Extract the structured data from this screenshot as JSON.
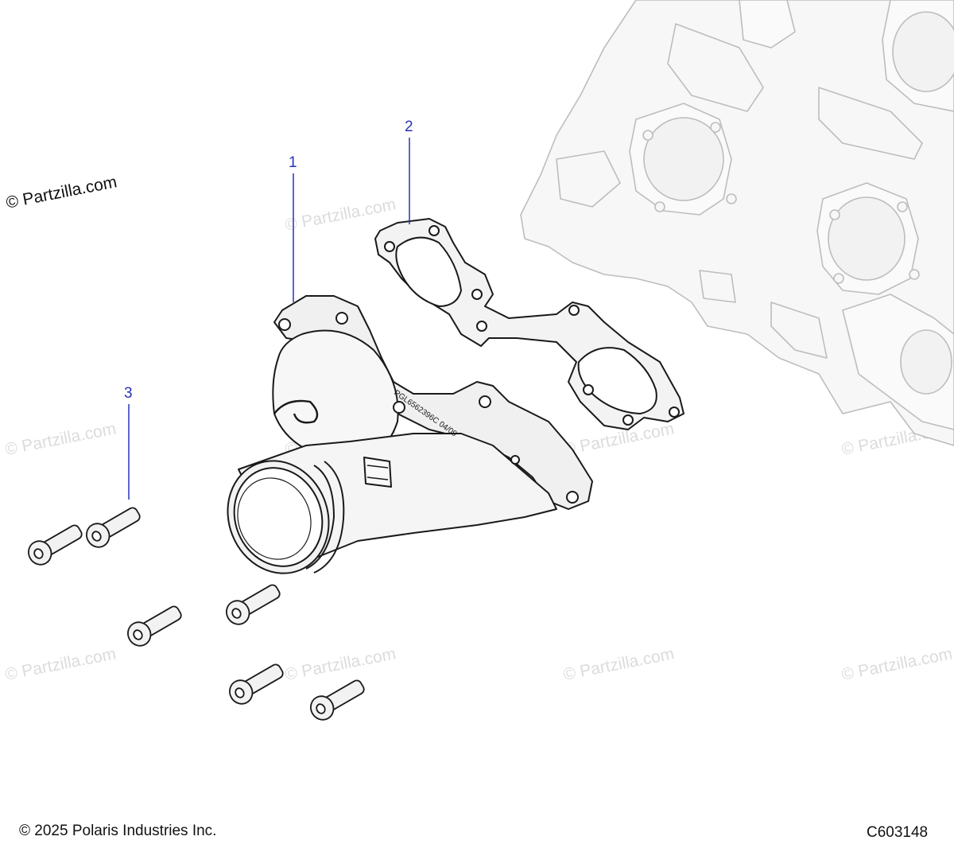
{
  "watermark_corner": "© Partzilla.com",
  "watermark_faint": "© Partzilla.com",
  "footer": {
    "copyright": "© 2025 Polaris Industries Inc.",
    "code": "C603148"
  },
  "callouts": [
    {
      "num": "1"
    },
    {
      "num": "2"
    },
    {
      "num": "3"
    }
  ],
  "part_stamp": "PGL6562396C 04/09",
  "colors": {
    "callout": "#2a32b8",
    "line": "#1a1a1a",
    "ghost": "#bdbdbd",
    "watermark": "#dcdcdc"
  }
}
